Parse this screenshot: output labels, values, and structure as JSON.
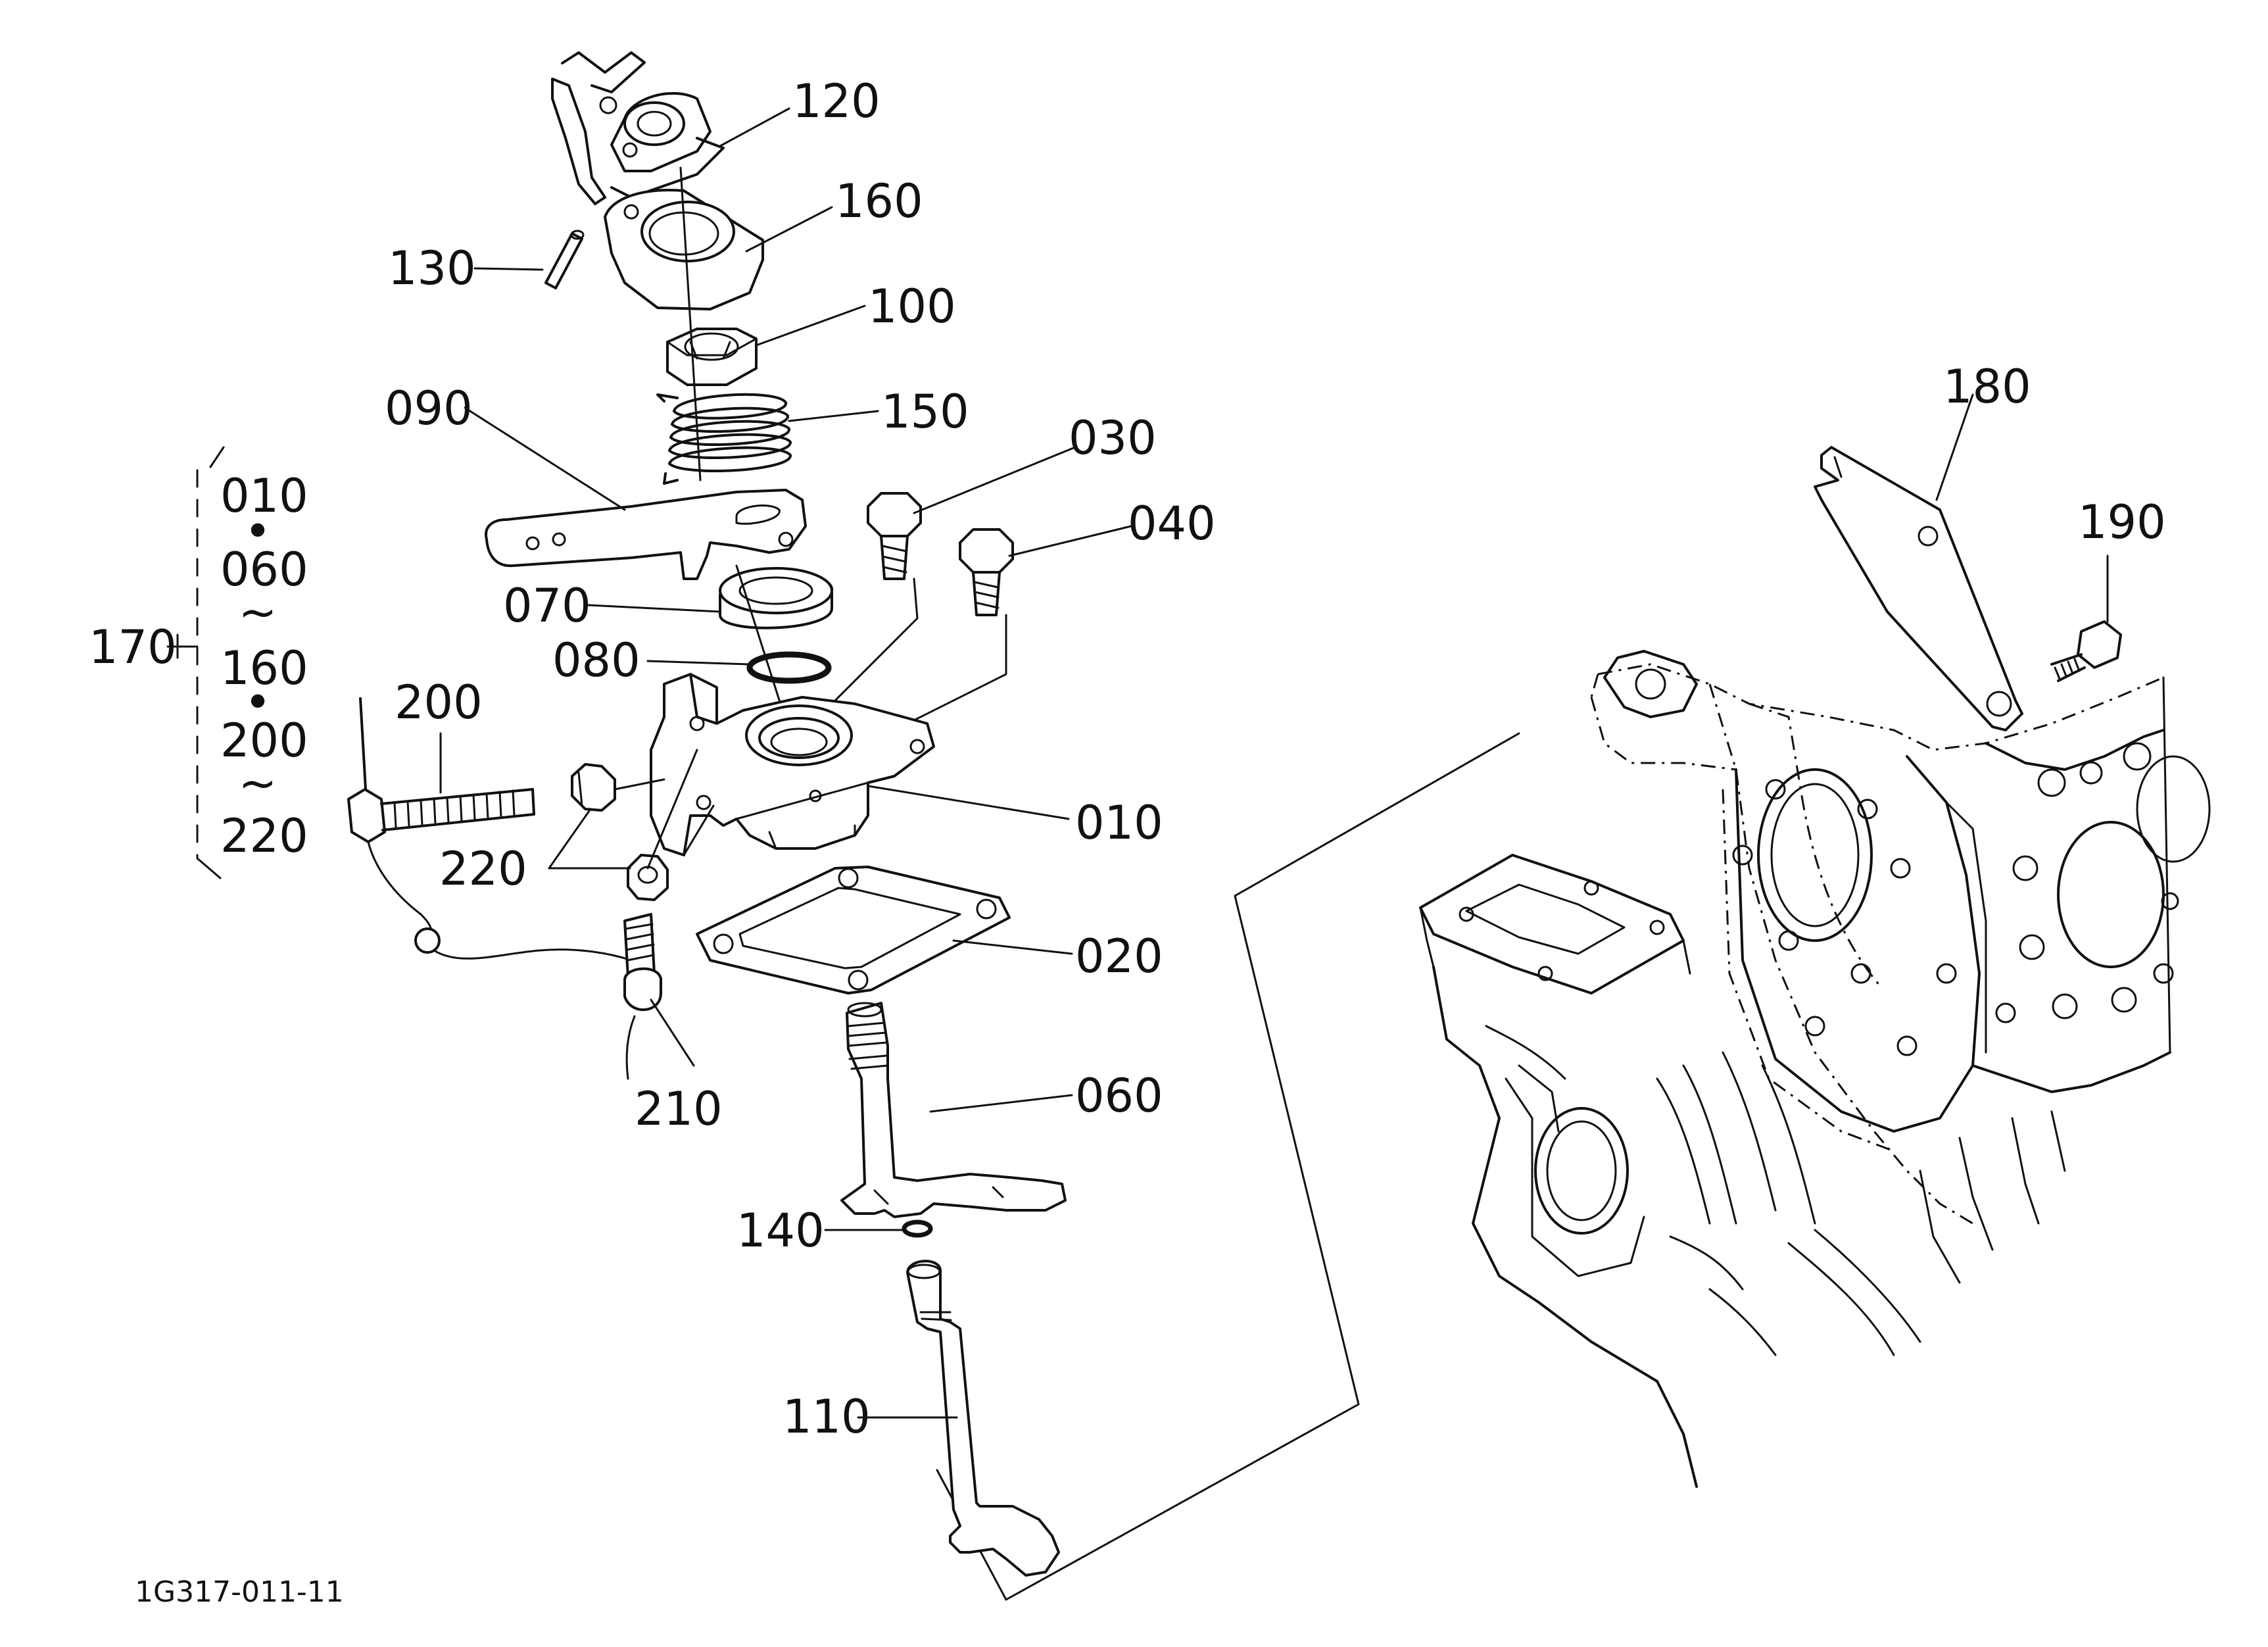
{
  "diagram_code": "1G317-011-11",
  "labels": {
    "p120": "120",
    "p160": "160",
    "p130": "130",
    "p100": "100",
    "p090": "090",
    "p150": "150",
    "p030": "030",
    "p040": "040",
    "p070": "070",
    "p080": "080",
    "p200": "200",
    "p010": "010",
    "p220": "220",
    "p020": "020",
    "p210": "210",
    "p060": "060",
    "p140": "140",
    "p110": "110",
    "p180": "180",
    "p190": "190"
  },
  "assembly": {
    "label": "170",
    "items": [
      "010",
      "•",
      "060",
      "~",
      "160",
      "•",
      "200",
      "~",
      "220"
    ]
  }
}
